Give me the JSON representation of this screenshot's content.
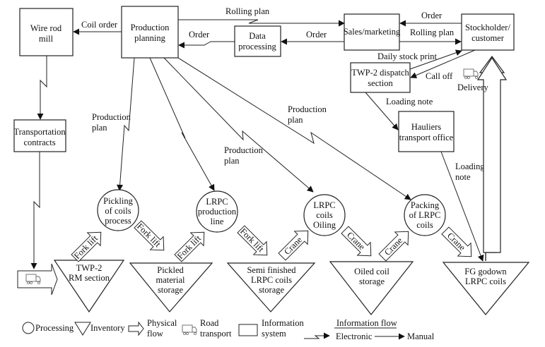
{
  "nodes": {
    "wire_rod_mill": [
      "Wire rod",
      "mill"
    ],
    "production_planning": [
      "Production",
      "planning"
    ],
    "data_processing": [
      "Data",
      "processing"
    ],
    "sales_marketing": [
      "Sales/marketing"
    ],
    "stockholder": [
      "Stockholder/",
      "customer"
    ],
    "dispatch": [
      "TWP-2 dispatch",
      "section"
    ],
    "hauliers": [
      "Hauliers",
      "transport office"
    ],
    "transport_contracts": [
      "Transportation",
      "contracts"
    ],
    "pickling": [
      "Pickling",
      "of coils",
      "process"
    ],
    "lrpc_line": [
      "LRPC",
      "production",
      "line"
    ],
    "oiling": [
      "LRPC",
      "coils",
      "Oiling"
    ],
    "packing": [
      "Packing",
      "of LRPC",
      "coils"
    ],
    "rm_section": [
      "TWP-2",
      "RM section"
    ],
    "pickled_storage": [
      "Pickled",
      "material",
      "storage"
    ],
    "semi_finished": [
      "Semi finished",
      "LRPC coils",
      "storage"
    ],
    "oiled_storage": [
      "Oiled coil",
      "storage"
    ],
    "fg_godown": [
      "FG godown",
      "LRPC coils"
    ]
  },
  "flows": {
    "coil_order": "Coil order",
    "rolling_plan_top": "Rolling plan",
    "order_to_planning": "Order",
    "order_to_dp": "Order",
    "order_from_customer": "Order",
    "rolling_plan_to_customer": "Rolling plan",
    "daily_stock_print": "Daily stock print",
    "call_off": "Call off",
    "delivery": "Delivery",
    "loading_note_1": "Loading note",
    "loading_note_2": [
      "Loading",
      "note"
    ],
    "production_plan_1": [
      "Production",
      "plan"
    ],
    "production_plan_2": [
      "Production",
      "plan"
    ],
    "production_plan_3": [
      "Production",
      "plan"
    ],
    "fork_lift": "Fork lift",
    "crane": "Crane"
  },
  "legend": {
    "processing": "Processing",
    "inventory": "Inventory",
    "physical_flow": [
      "Physical",
      "flow"
    ],
    "road_transport": [
      "Road",
      "transport"
    ],
    "information_system": [
      "Information",
      "system"
    ],
    "information_flow": "Information flow",
    "electronic": "Electronic",
    "manual": "Manual"
  }
}
